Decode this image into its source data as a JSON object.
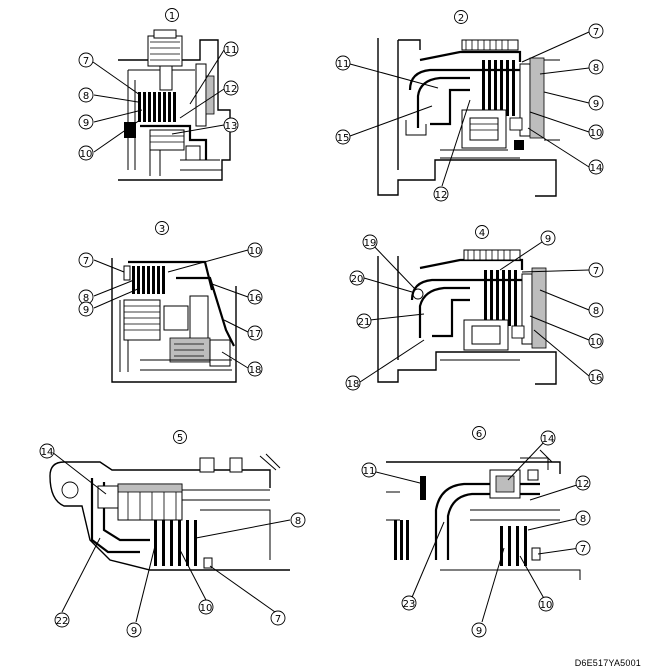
{
  "figure_code": "D6E517YA5001",
  "panels": [
    {
      "id": "p1",
      "number": "1",
      "callouts": [
        "7",
        "8",
        "9",
        "10",
        "11",
        "12",
        "13"
      ]
    },
    {
      "id": "p2",
      "number": "2",
      "callouts": [
        "11",
        "15",
        "12",
        "7",
        "8",
        "9",
        "10",
        "14"
      ]
    },
    {
      "id": "p3",
      "number": "3",
      "callouts": [
        "7",
        "8",
        "9",
        "10",
        "16",
        "17",
        "18"
      ]
    },
    {
      "id": "p4",
      "number": "4",
      "callouts": [
        "19",
        "20",
        "21",
        "18",
        "9",
        "7",
        "8",
        "10",
        "16"
      ]
    },
    {
      "id": "p5",
      "number": "5",
      "callouts": [
        "14",
        "22",
        "9",
        "10",
        "8",
        "7"
      ]
    },
    {
      "id": "p6",
      "number": "6",
      "callouts": [
        "11",
        "23",
        "9",
        "14",
        "12",
        "8",
        "7",
        "10"
      ]
    }
  ]
}
